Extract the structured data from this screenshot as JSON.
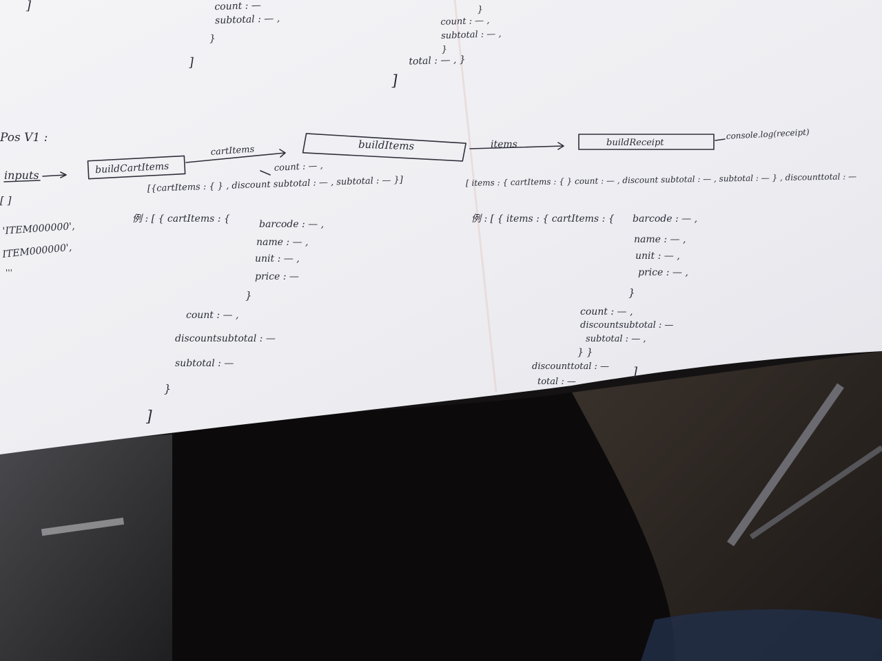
{
  "colors": {
    "paper": "#f1f1f4",
    "ink": "#2a2a36",
    "background": "#141213"
  },
  "top_left_block": {
    "count_label": "count : —",
    "subtotal_label": "subtotal : — ,",
    "close_brace": "}",
    "close_bracket": "]"
  },
  "top_middle_block": {
    "close_brace_top": "}",
    "count_label": "count : — ,",
    "subtotal_label": "subtotal : — ,",
    "close_brace": "}",
    "total_label": "total : — , }",
    "close_bracket": "]"
  },
  "flow": {
    "section_title": "Pos V1 :",
    "inputs_label": "inputs",
    "inputs_array": "[        ]",
    "inputs_items": [
      "'ITEM000000',",
      "ITEM000000',",
      "'''"
    ],
    "step1": "buildCartItems",
    "arrow1_label": "cartItems",
    "step2": "buildItems",
    "arrow2_label": "items",
    "step3": "buildReceipt",
    "output_label": "console.log(receipt)"
  },
  "cart_items_schema": {
    "line1": "[{cartItems : {  } , discount subtotal : — , subtotal : — }]",
    "count_note": "count : — ,"
  },
  "cart_items_example": {
    "prefix": "例 : [ { cartItems : {",
    "fields": [
      "barcode : — ,",
      "name : — ,",
      "unit : — ,",
      "price : —"
    ],
    "inner_close": "}",
    "outer_fields": [
      "count : — ,",
      "discountsubtotal : —",
      "subtotal : —"
    ],
    "outer_close": "}",
    "array_close": "]"
  },
  "items_schema": {
    "line1": "[ items : { cartItems : {     } count : — , discount subtotal : — , subtotal : — } , discounttotal : —"
  },
  "items_example": {
    "prefix": "例 : [ { items : { cartItems : {",
    "fields": [
      "barcode : — ,",
      "name : — ,",
      "unit : — ,",
      "price : — ,"
    ],
    "inner_close": "}",
    "outer_fields": [
      "count : — ,",
      "discountsubtotal : —",
      "subtotal : — ,"
    ],
    "items_close": "} }",
    "totals": [
      "discounttotal : —",
      "total : —"
    ],
    "array_close": "]"
  }
}
